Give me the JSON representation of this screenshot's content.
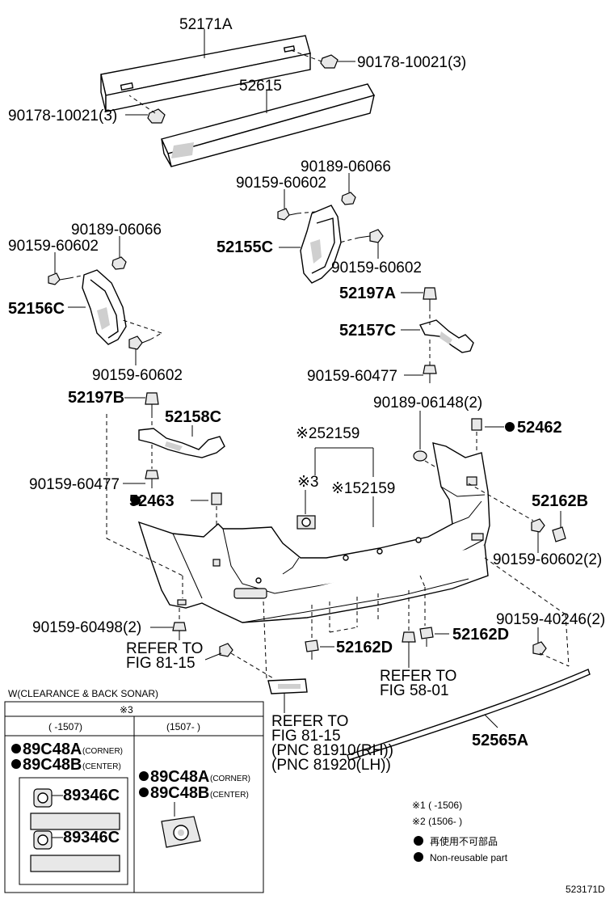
{
  "labels": {
    "p52171A": "52171A",
    "p90178_a": "90178-10021(3)",
    "p52615": "52615",
    "p90178_b": "90178-10021(3)",
    "p90189_a": "90189-06066",
    "p90159_a": "90159-60602",
    "p52155C": "52155C",
    "p90159_b": "90159-60602",
    "p90189_b": "90189-06066",
    "p90159_c": "90159-60602",
    "p52156C": "52156C",
    "p90159_d": "90159-60602",
    "p52197A": "52197A",
    "p52157C": "52157C",
    "p90159_e": "90159-60477",
    "p52197B": "52197B",
    "p52158C": "52158C",
    "p90159_f": "90159-60477",
    "p90189_c": "90189-06148(2)",
    "p52462": "52462",
    "p52159_2": "※252159",
    "p52159_3": "※3",
    "p52159_1": "※152159",
    "p52463": "52463",
    "p52162B": "52162B",
    "p90159_g": "90159-60602(2)",
    "p90159_h": "90159-60498(2)",
    "p90159_i": "90159-40246(2)",
    "refer_8115_a_1": "REFER TO",
    "refer_8115_a_2": "FIG 81-15",
    "p52162D_a": "52162D",
    "p52162D_b": "52162D",
    "refer_5801_1": "REFER TO",
    "refer_5801_2": "FIG 58-01",
    "refer_8115_b_1": "REFER TO",
    "refer_8115_b_2": "FIG 81-15",
    "refer_8115_b_3": "(PNC 81910(RH))",
    "refer_8115_b_4": "(PNC 81920(LH))",
    "p52565A": "52565A",
    "diagram_id": "523171D"
  },
  "sonar_box": {
    "title": "W(CLEARANCE & BACK SONAR)",
    "note": "※3",
    "col_left_header": "(      -1507)",
    "col_right_header": "(1507-      )",
    "left_corner_part": "89C48A",
    "left_corner_tag": "(CORNER)",
    "left_center_part": "89C48B",
    "left_center_tag": "(CENTER)",
    "left_sub_1": "89346C",
    "left_sub_2": "89346C",
    "right_corner_part": "89C48A",
    "right_corner_tag": "(CORNER)",
    "right_center_part": "89C48B",
    "right_center_tag": "(CENTER)"
  },
  "legend": {
    "note1": "※1 (        -1506)",
    "note2": "※2 (1506-        )",
    "nonreusable_jp": "再使用不可部品",
    "nonreusable_en": "Non-reusable part"
  }
}
